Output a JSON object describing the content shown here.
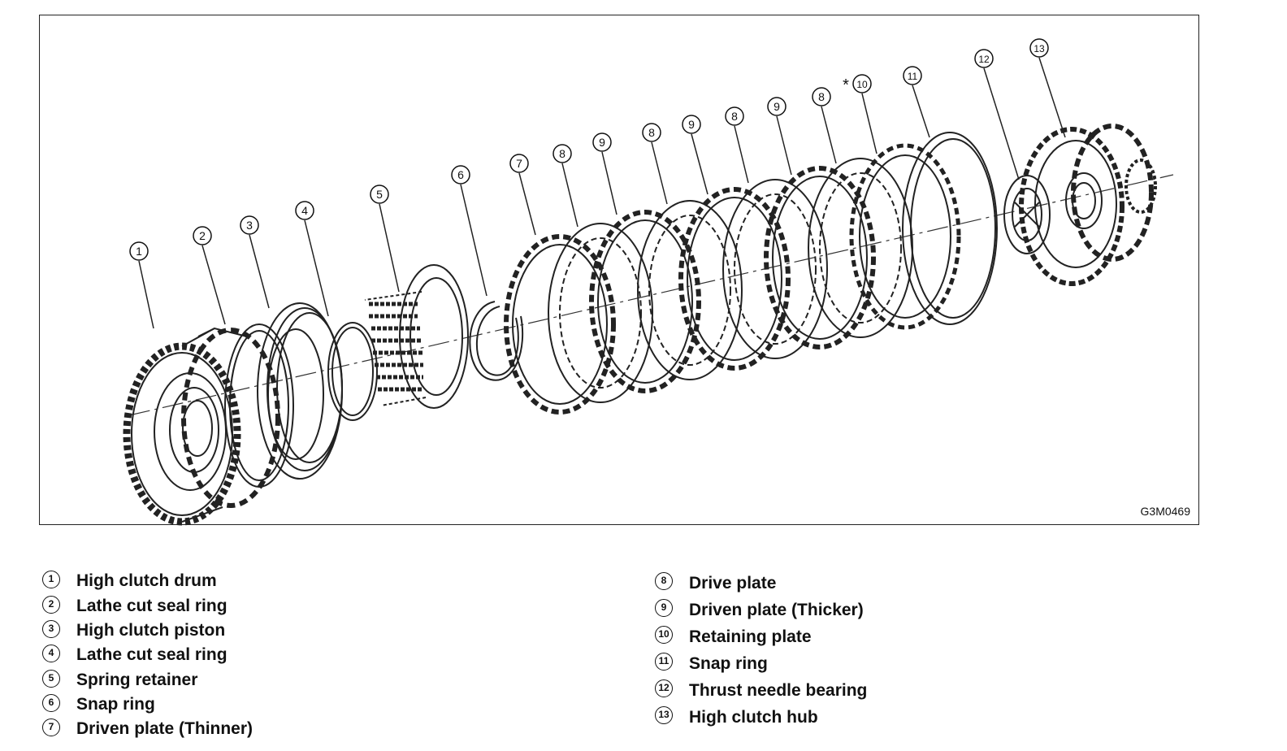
{
  "figure_code": "G3M0469",
  "asterisk_mark": "*",
  "callouts": [
    {
      "num": "1"
    },
    {
      "num": "2"
    },
    {
      "num": "3"
    },
    {
      "num": "4"
    },
    {
      "num": "5"
    },
    {
      "num": "6"
    },
    {
      "num": "7"
    },
    {
      "num": "8"
    },
    {
      "num": "9"
    },
    {
      "num": "8"
    },
    {
      "num": "9"
    },
    {
      "num": "8"
    },
    {
      "num": "9"
    },
    {
      "num": "8"
    },
    {
      "num": "10"
    },
    {
      "num": "11"
    },
    {
      "num": "12"
    },
    {
      "num": "13"
    }
  ],
  "legend_left": [
    {
      "num": "1",
      "label": "High clutch drum"
    },
    {
      "num": "2",
      "label": "Lathe cut seal ring"
    },
    {
      "num": "3",
      "label": "High clutch piston"
    },
    {
      "num": "4",
      "label": "Lathe cut seal ring"
    },
    {
      "num": "5",
      "label": "Spring retainer"
    },
    {
      "num": "6",
      "label": "Snap ring"
    },
    {
      "num": "7",
      "label": "Driven plate (Thinner)"
    }
  ],
  "legend_right": [
    {
      "num": "8",
      "label": "Drive plate"
    },
    {
      "num": "9",
      "label": "Driven plate (Thicker)"
    },
    {
      "num": "10",
      "label": "Retaining plate"
    },
    {
      "num": "11",
      "label": "Snap ring"
    },
    {
      "num": "12",
      "label": "Thrust needle bearing"
    },
    {
      "num": "13",
      "label": "High clutch hub"
    }
  ]
}
